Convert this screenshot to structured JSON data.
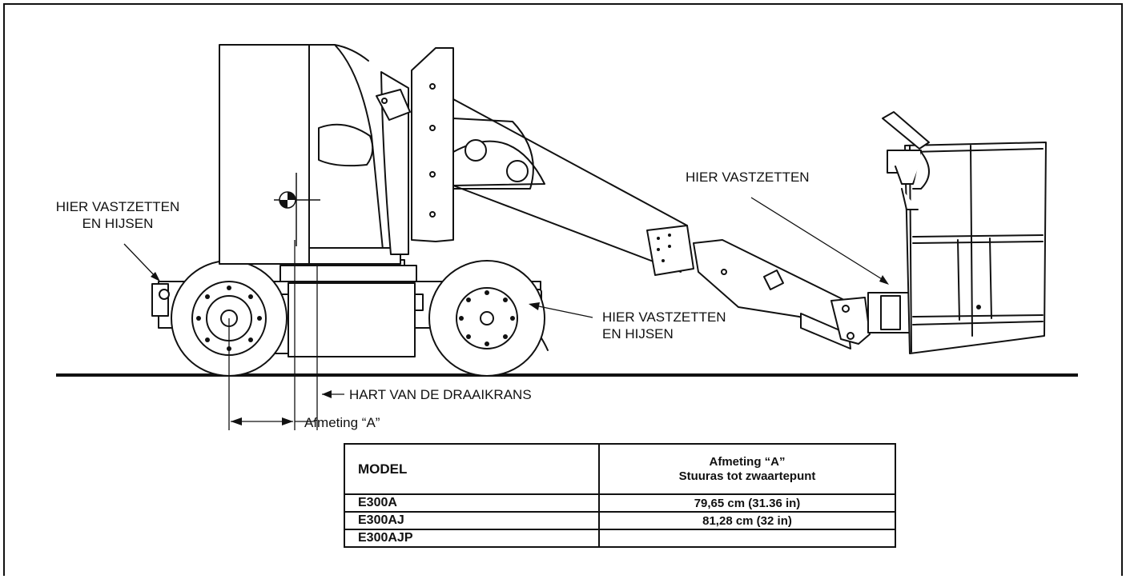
{
  "labels": {
    "rear_tie": [
      "HIER VASTZETTEN",
      "EN HIJSEN"
    ],
    "front_tie": [
      "HIER VASTZETTEN",
      "EN HIJSEN"
    ],
    "platform_tie": "HIER VASTZETTEN",
    "turntable_center": "HART VAN DE DRAAIKRANS",
    "dimension_a": "Afmeting “A”"
  },
  "table": {
    "headers": {
      "model": "MODEL",
      "dim_line1": "Afmeting “A”",
      "dim_line2": "Stuuras tot zwaartepunt"
    },
    "rows": [
      {
        "model": "E300A",
        "value": "79,65 cm (31.36 in)"
      },
      {
        "model": "E300AJ",
        "value": "81,28 cm (32 in)"
      },
      {
        "model": "E300AJP",
        "value": ""
      }
    ]
  }
}
